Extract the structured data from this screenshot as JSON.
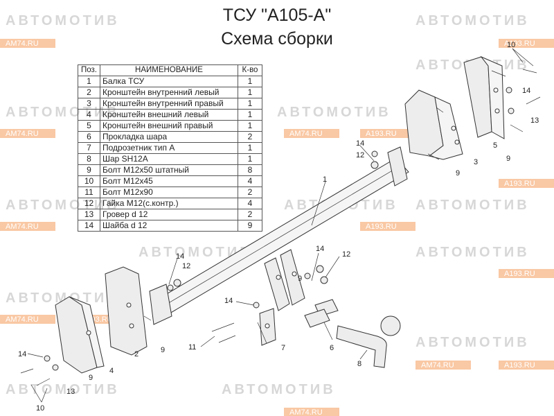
{
  "title": "ТСУ \"А105-А\"",
  "subtitle": "Схема сборки",
  "table": {
    "headers": [
      "Поз.",
      "НАИМЕНОВАНИЕ",
      "К-во"
    ],
    "rows": [
      {
        "pos": "1",
        "name": "Балка ТСУ",
        "qty": "1"
      },
      {
        "pos": "2",
        "name": "Кронштейн внутренний левый",
        "qty": "1"
      },
      {
        "pos": "3",
        "name": "Кронштейн внутренний правый",
        "qty": "1"
      },
      {
        "pos": "4",
        "name": "Кронштейн внешний левый",
        "qty": "1"
      },
      {
        "pos": "5",
        "name": "Кронштейн внешний правый",
        "qty": "1"
      },
      {
        "pos": "6",
        "name": "Прокладка шара",
        "qty": "2"
      },
      {
        "pos": "7",
        "name": "Подрозетник тип А",
        "qty": "1"
      },
      {
        "pos": "8",
        "name": "Шар SH12A",
        "qty": "1"
      },
      {
        "pos": "9",
        "name": "Болт М12х50 штатный",
        "qty": "8"
      },
      {
        "pos": "10",
        "name": "Болт М12х45",
        "qty": "4"
      },
      {
        "pos": "11",
        "name": "Болт М12х90",
        "qty": "2"
      },
      {
        "pos": "12",
        "name": "Гайка М12(с.контр.)",
        "qty": "4"
      },
      {
        "pos": "13",
        "name": "Гровер d 12",
        "qty": "2"
      },
      {
        "pos": "14",
        "name": "Шайба d 12",
        "qty": "9"
      }
    ]
  },
  "watermark": {
    "brand": "АВТОМОТИВ",
    "site1": "AM74.RU",
    "site2": "A193.RU"
  },
  "callouts": {
    "n1": "1",
    "n2": "2",
    "n3": "3",
    "n4": "4",
    "n5": "5",
    "n6": "6",
    "n7": "7",
    "n8": "8",
    "n9": "9",
    "n10": "10",
    "n11": "11",
    "n12": "12",
    "n13": "13",
    "n14": "14"
  },
  "colors": {
    "part_fill": "#ededed",
    "watermark_bar": "#f9c8a4",
    "watermark_text": "#d7d7d7"
  }
}
